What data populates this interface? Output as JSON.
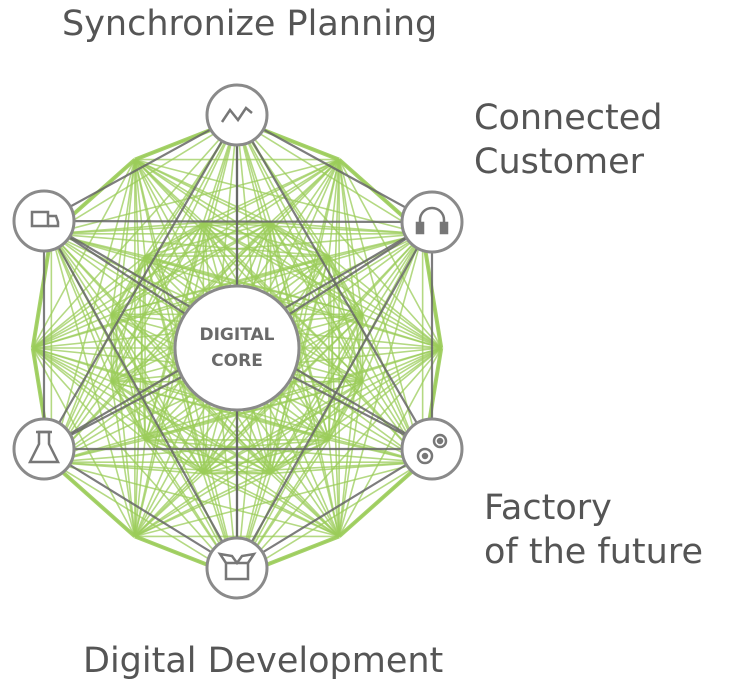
{
  "labels": {
    "top": "Synchronize Planning",
    "right_line1": "Connected",
    "right_line2": "Customer",
    "bottom_right_line1": "Factory",
    "bottom_right_line2": "of the future",
    "bottom": "Digital Development"
  },
  "core": {
    "line1": "DIGITAL",
    "line2": "CORE"
  },
  "nodes": [
    {
      "name": "top-node",
      "icon": "line-chart-icon"
    },
    {
      "name": "upper-left-node",
      "icon": "truck-icon"
    },
    {
      "name": "upper-right-node",
      "icon": "headset-icon"
    },
    {
      "name": "lower-left-node",
      "icon": "flask-icon"
    },
    {
      "name": "lower-right-node",
      "icon": "gears-icon"
    },
    {
      "name": "bottom-node",
      "icon": "box-icon"
    }
  ],
  "colors": {
    "mesh": "#9bcc5a",
    "dark_line": "#666666",
    "node_stroke": "#8a8a8a",
    "text": "#555555"
  }
}
